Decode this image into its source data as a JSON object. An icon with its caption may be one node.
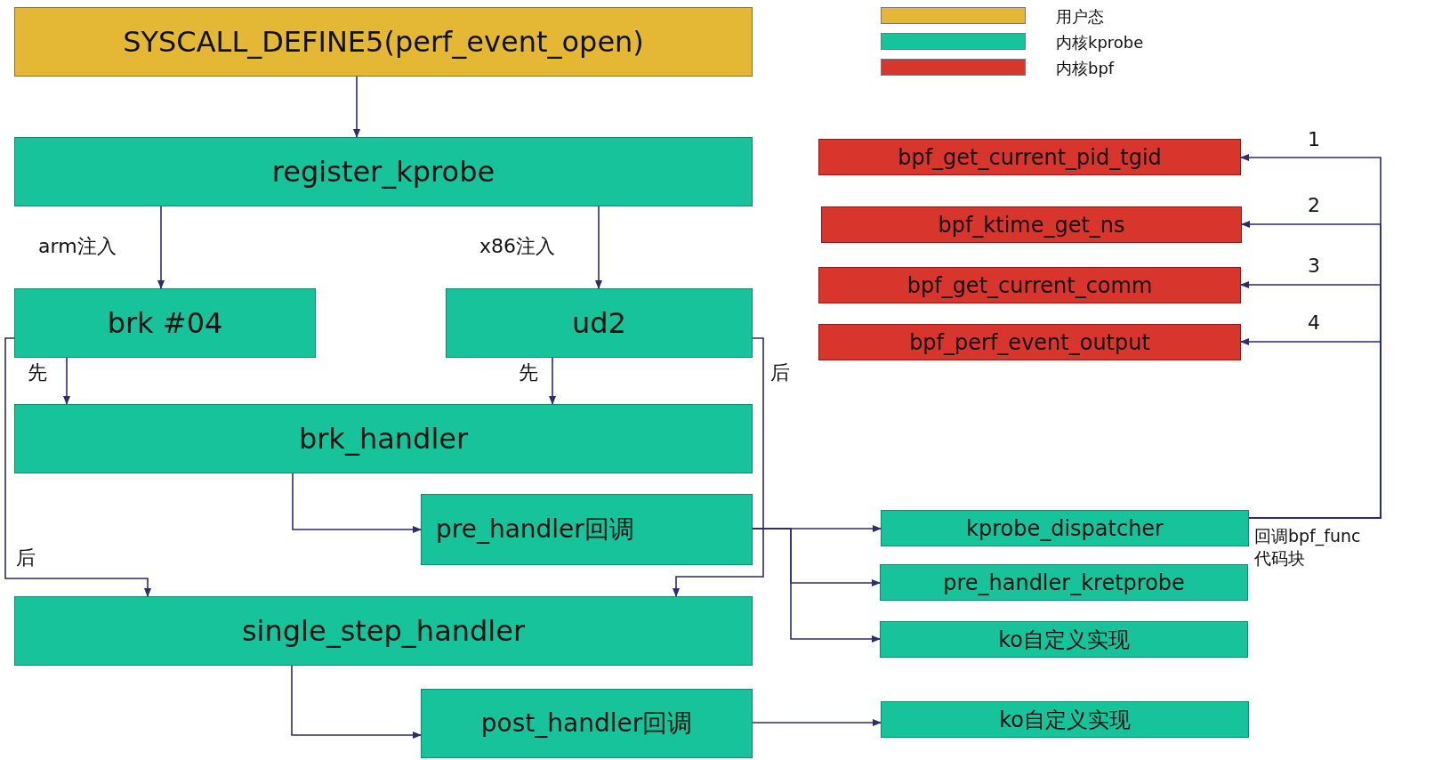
{
  "diagram": {
    "nodes": [
      {
        "text": [
          "SYSCALL_DEFINE5(perf_event_open)"
        ]
      },
      {
        "text": [
          "register_kprobe"
        ]
      },
      {
        "text": [
          "brk #04"
        ]
      },
      {
        "text": [
          "ud2"
        ]
      },
      {
        "text": [
          "brk_handler"
        ]
      },
      {
        "text": [
          "pre_handler回调"
        ]
      },
      {
        "text": [
          "single_step_handler"
        ]
      },
      {
        "text": [
          "post_handler回调"
        ]
      },
      {
        "text": [
          "bpf_get_current_pid_tgid"
        ]
      },
      {
        "text": [
          "bpf_ktime_get_ns"
        ]
      },
      {
        "text": [
          "bpf_get_current_comm"
        ]
      },
      {
        "text": [
          "bpf_perf_event_output"
        ]
      },
      {
        "text": [
          "kprobe_dispatcher"
        ],
        "beside": [
          "回调bpf_func 代码块"
        ]
      },
      {
        "text": [
          "pre_handler_kretprobe"
        ]
      },
      {
        "text": [
          "ko自定义实现"
        ]
      },
      {
        "text": [
          "ko自定义实现"
        ]
      }
    ],
    "edges": [
      {
        "from": 0,
        "to": 1,
        "arrow": "to"
      },
      {
        "from": 1,
        "to": 2,
        "arrow": "to",
        "label": "arm注入"
      },
      {
        "from": 1,
        "to": 3,
        "arrow": "to",
        "label": "x86注入"
      },
      {
        "from": 2,
        "to": 4,
        "arrow": "to",
        "label": "先"
      },
      {
        "from": 2,
        "to": 6,
        "arrow": "to",
        "label": "后"
      },
      {
        "from": 3,
        "to": 4,
        "arrow": "to",
        "label": "先"
      },
      {
        "from": 3,
        "to": 6,
        "arrow": "to",
        "label": "后"
      },
      {
        "from": 4,
        "to": 5,
        "arrow": "to"
      },
      {
        "from": 5,
        "to": 12,
        "arrow": "to"
      },
      {
        "from": 5,
        "to": 13,
        "arrow": "to"
      },
      {
        "from": 5,
        "to": 14,
        "arrow": "to"
      },
      {
        "from": 6,
        "to": 7,
        "arrow": "to"
      },
      {
        "from": 7,
        "to": 15,
        "arrow": "to"
      },
      {
        "from": 12,
        "to": 8,
        "arrow": "to",
        "label": "1"
      },
      {
        "from": 12,
        "to": 9,
        "arrow": "to",
        "label": "2"
      },
      {
        "from": 12,
        "to": 10,
        "arrow": "to",
        "label": "3"
      },
      {
        "from": 12,
        "to": 11,
        "arrow": "to",
        "label": "4"
      }
    ],
    "legend": [
      {
        "text": "用户态",
        "color": "#e4b834"
      },
      {
        "text": "内核kprobe",
        "color": "#17c39a"
      },
      {
        "text": "内核bpf",
        "color": "#d8352c"
      }
    ]
  }
}
